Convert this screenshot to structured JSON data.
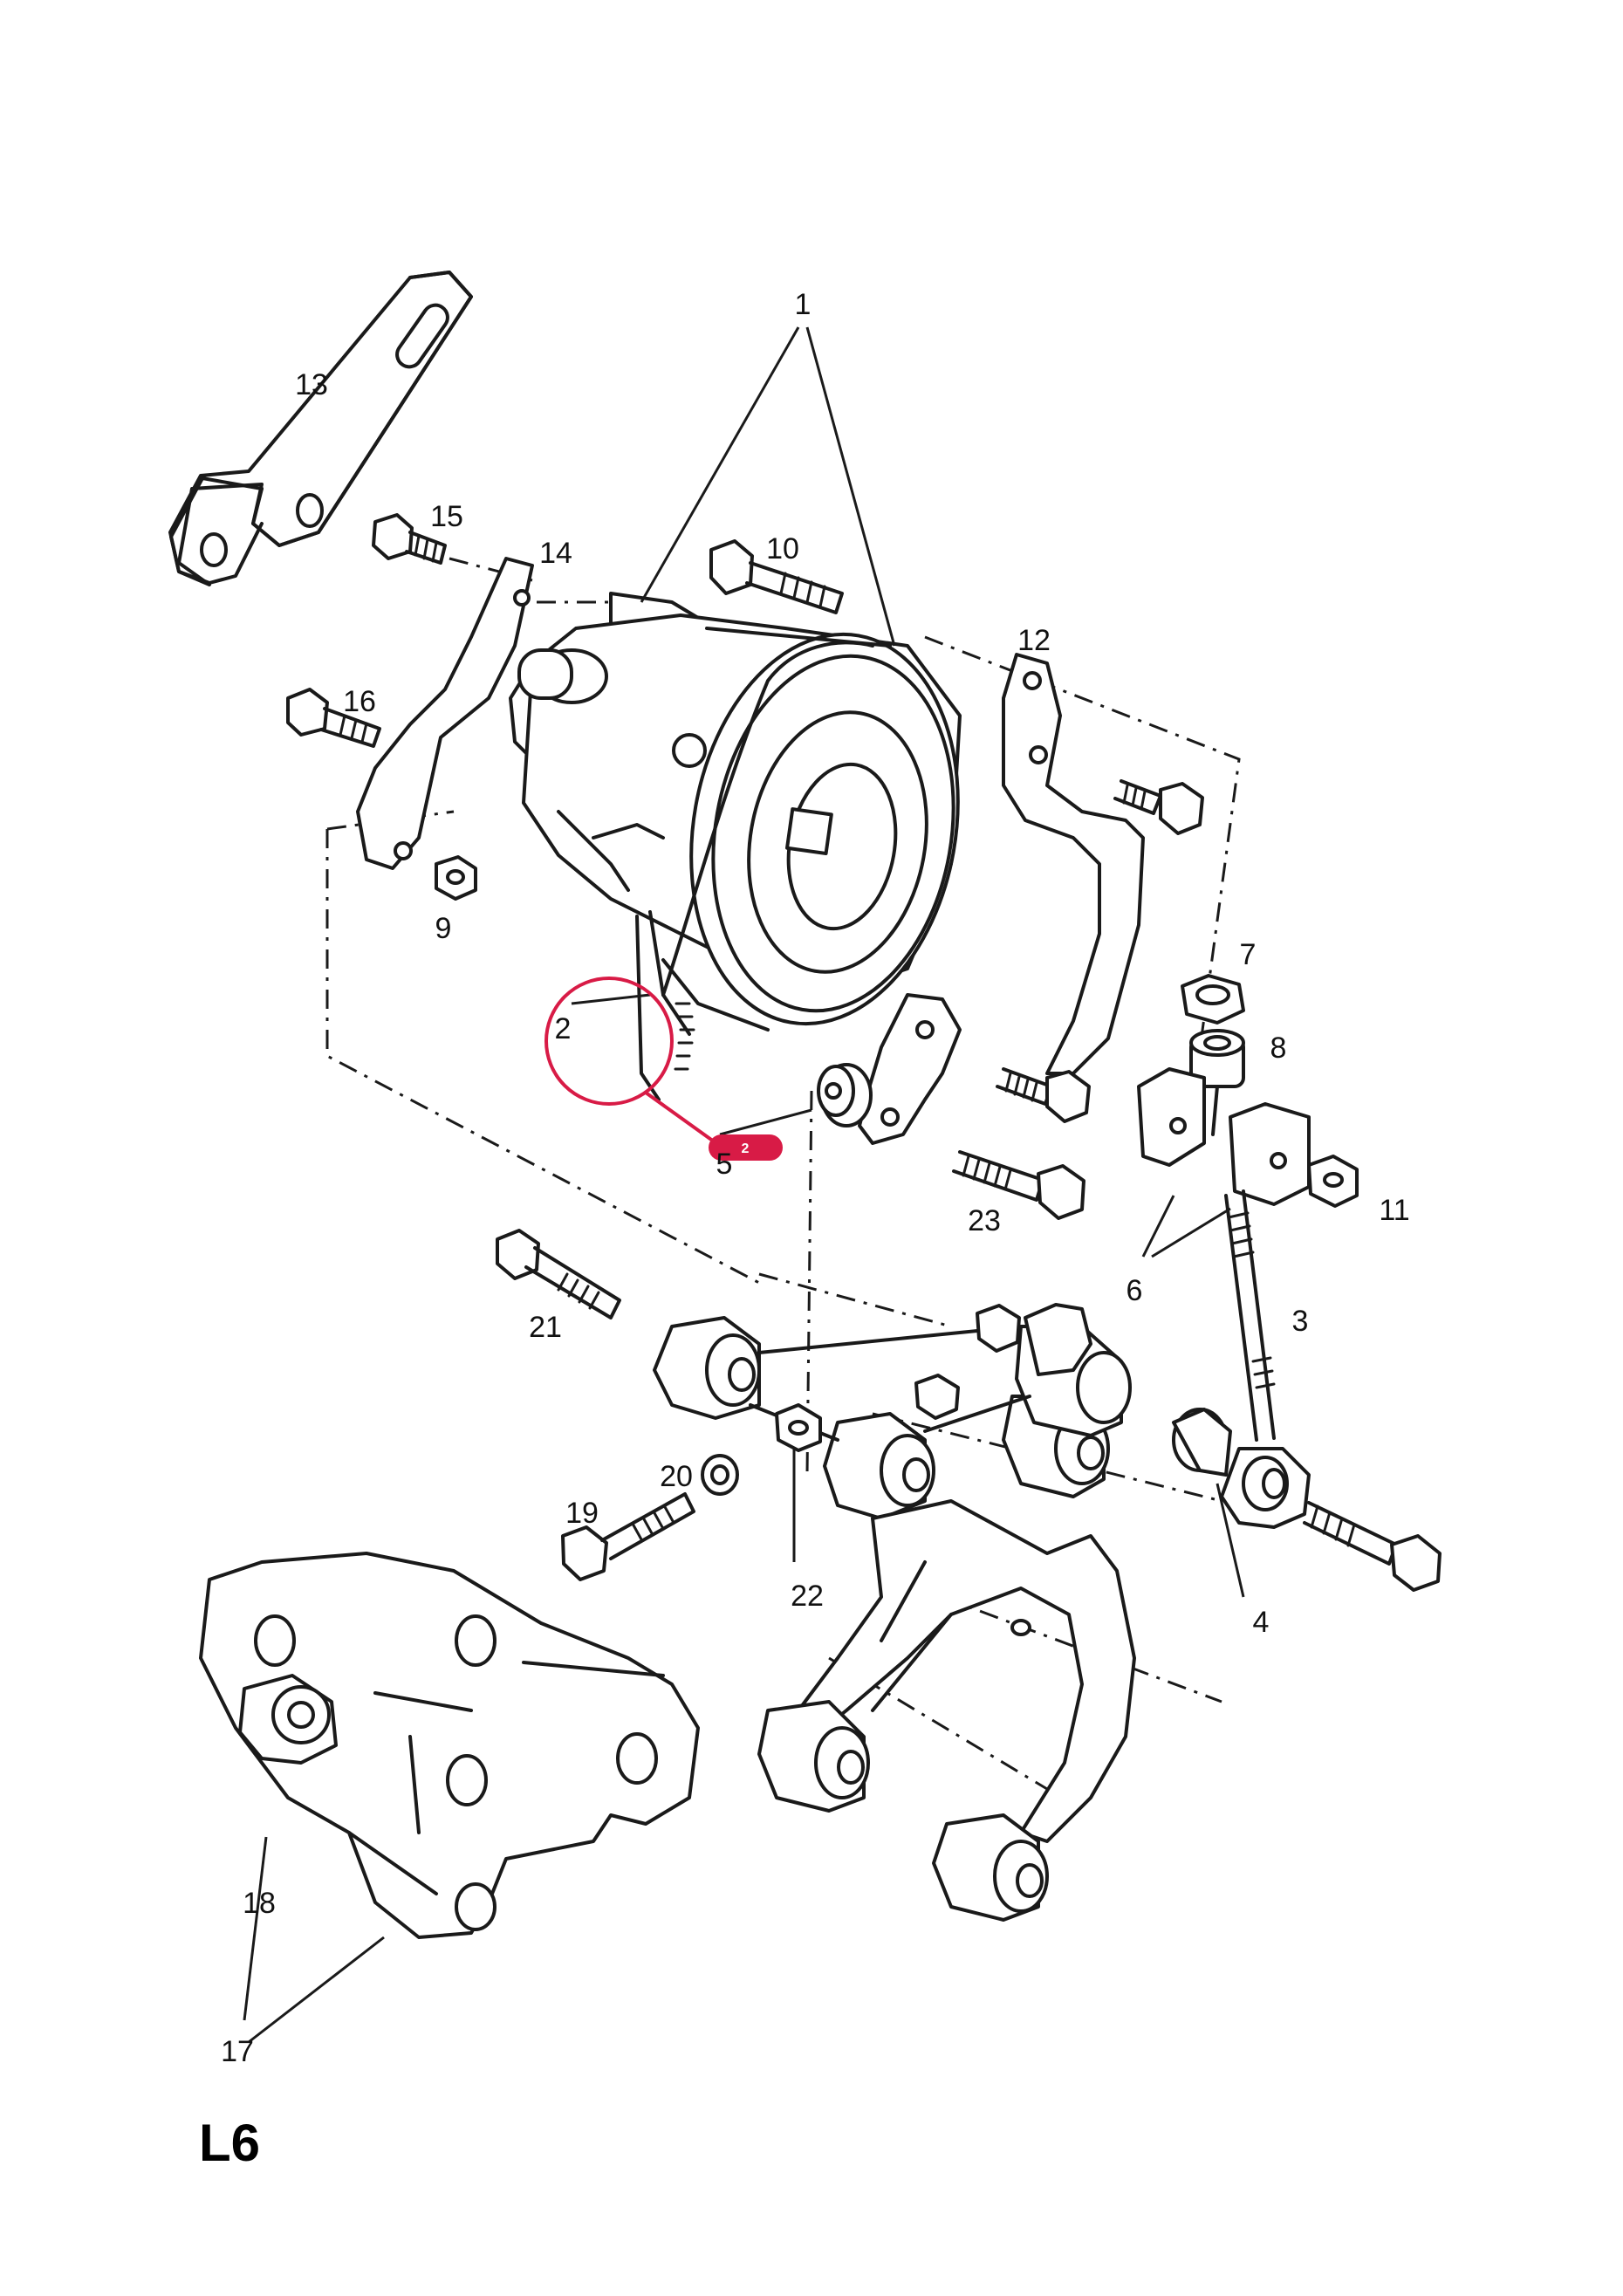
{
  "page_code": "L6",
  "callouts": {
    "c1": "1",
    "c2": "2",
    "c3": "3",
    "c4": "4",
    "c5": "5",
    "c6": "6",
    "c7": "7",
    "c8": "8",
    "c9": "9",
    "c10": "10",
    "c11": "11",
    "c12": "12",
    "c13": "13",
    "c14": "14",
    "c15": "15",
    "c16": "16",
    "c17": "17",
    "c18": "18",
    "c19": "19",
    "c20": "20",
    "c21": "21",
    "c22": "22",
    "c23": "23"
  },
  "highlight": {
    "badge_label": "2",
    "color": "#d81b46"
  }
}
